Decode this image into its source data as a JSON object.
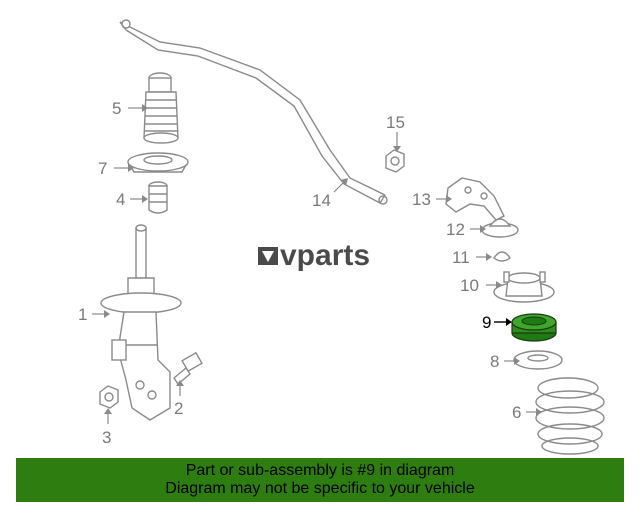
{
  "logo": {
    "text": "vparts"
  },
  "callouts": [
    {
      "id": "1",
      "label": "1"
    },
    {
      "id": "2",
      "label": "2"
    },
    {
      "id": "3",
      "label": "3"
    },
    {
      "id": "4",
      "label": "4"
    },
    {
      "id": "5",
      "label": "5"
    },
    {
      "id": "6",
      "label": "6"
    },
    {
      "id": "7",
      "label": "7"
    },
    {
      "id": "8",
      "label": "8"
    },
    {
      "id": "9",
      "label": "9"
    },
    {
      "id": "10",
      "label": "10"
    },
    {
      "id": "11",
      "label": "11"
    },
    {
      "id": "12",
      "label": "12"
    },
    {
      "id": "13",
      "label": "13"
    },
    {
      "id": "14",
      "label": "14"
    },
    {
      "id": "15",
      "label": "15"
    }
  ],
  "highlight": {
    "part": "9",
    "color": "#2e8b1e"
  },
  "banner": {
    "line1": "Part or sub-assembly is #9 in diagram",
    "line2": "Diagram may not be specific to your vehicle",
    "color": "#2e7d10"
  }
}
